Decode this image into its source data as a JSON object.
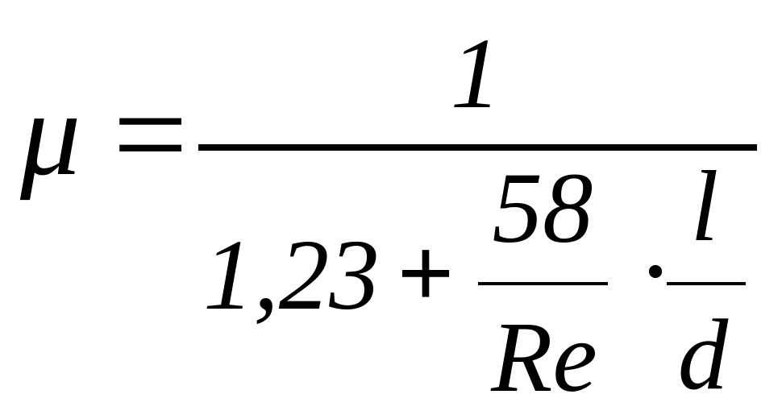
{
  "formula": {
    "lhs": "μ",
    "equals": "=",
    "numerator": "1",
    "denominator": {
      "constant": "1,23",
      "plus": "+",
      "frac1": {
        "numerator": "58",
        "denominator": "Re"
      },
      "times": "·",
      "frac2": {
        "numerator": "l",
        "denominator": "d"
      }
    }
  },
  "colors": {
    "ink": "#000000",
    "background": "#ffffff"
  }
}
